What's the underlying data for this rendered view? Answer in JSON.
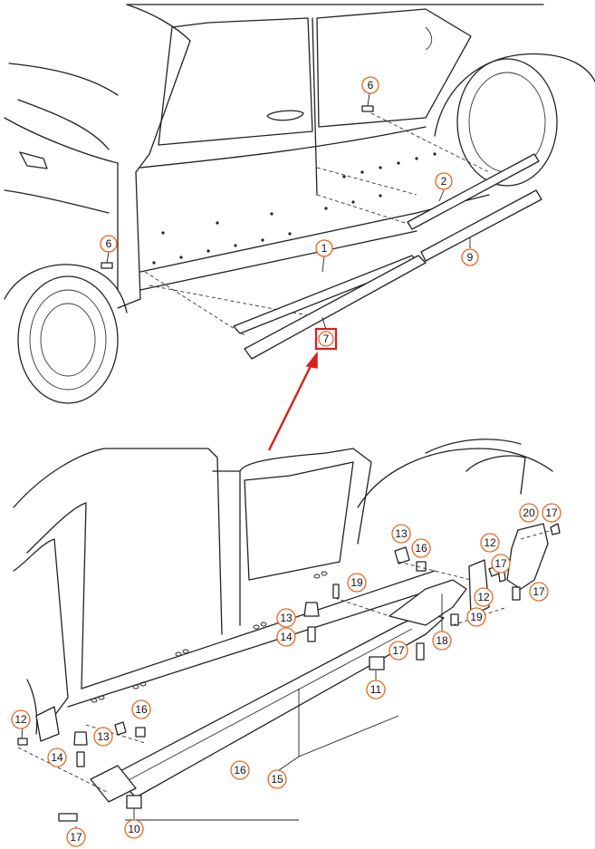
{
  "colors": {
    "callout_ring": "#e8651a",
    "highlight": "#e01b1b",
    "lines": "#222222"
  },
  "top_diagram": {
    "callouts": [
      {
        "id": "c-top-6a",
        "label": "6"
      },
      {
        "id": "c-top-2",
        "label": "2"
      },
      {
        "id": "c-top-6b",
        "label": "6"
      },
      {
        "id": "c-top-1",
        "label": "1"
      },
      {
        "id": "c-top-9",
        "label": "9"
      },
      {
        "id": "c-top-7",
        "label": "7"
      }
    ]
  },
  "bottom_diagram": {
    "callouts": [
      {
        "id": "c-b-20",
        "label": "20"
      },
      {
        "id": "c-b-17a",
        "label": "17"
      },
      {
        "id": "c-b-13a",
        "label": "13"
      },
      {
        "id": "c-b-16a",
        "label": "16"
      },
      {
        "id": "c-b-12a",
        "label": "12"
      },
      {
        "id": "c-b-19a",
        "label": "19"
      },
      {
        "id": "c-b-17b",
        "label": "17"
      },
      {
        "id": "c-b-12b",
        "label": "12"
      },
      {
        "id": "c-b-17c",
        "label": "17"
      },
      {
        "id": "c-b-13b",
        "label": "13"
      },
      {
        "id": "c-b-14a",
        "label": "14"
      },
      {
        "id": "c-b-19b",
        "label": "19"
      },
      {
        "id": "c-b-18",
        "label": "18"
      },
      {
        "id": "c-b-17d",
        "label": "17"
      },
      {
        "id": "c-b-11",
        "label": "11"
      },
      {
        "id": "c-b-16b",
        "label": "16"
      },
      {
        "id": "c-b-12c",
        "label": "12"
      },
      {
        "id": "c-b-13c",
        "label": "13"
      },
      {
        "id": "c-b-14b",
        "label": "14"
      },
      {
        "id": "c-b-16c",
        "label": "16"
      },
      {
        "id": "c-b-15",
        "label": "15"
      },
      {
        "id": "c-b-17e",
        "label": "17"
      },
      {
        "id": "c-b-10",
        "label": "10"
      }
    ]
  }
}
